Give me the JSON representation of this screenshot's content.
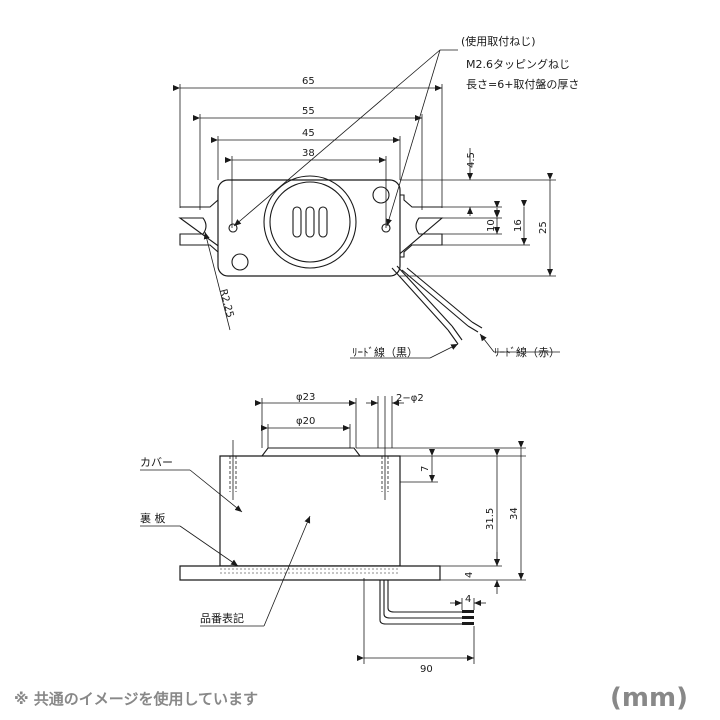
{
  "callouts": {
    "screw_title": "(使用取付ねじ)",
    "screw_spec": "M2.6タッピングねじ",
    "screw_length": "長さ=6+取付盤の厚さ",
    "radius": "R2.25",
    "lead_black": "ﾘｰﾄﾞ線（黒）",
    "lead_red": "ﾘｰﾄﾞ線（赤）",
    "cover": "カバー",
    "back_plate": "裏 板",
    "part_number": "品番表記"
  },
  "top_view_dims": {
    "w65": "65",
    "w55": "55",
    "w45": "45",
    "w38": "38",
    "h4_5": "4.5",
    "h10": "10",
    "h16": "16",
    "h25": "25"
  },
  "side_view_dims": {
    "d23": "φ23",
    "d20": "φ20",
    "holes": "2−φ2",
    "h7": "7",
    "h31_5": "31.5",
    "h34": "34",
    "h4": "4",
    "lead4": "4",
    "lead90": "90"
  },
  "footer": {
    "note": "※ 共通のイメージを使用しています",
    "unit": "(mm)"
  }
}
